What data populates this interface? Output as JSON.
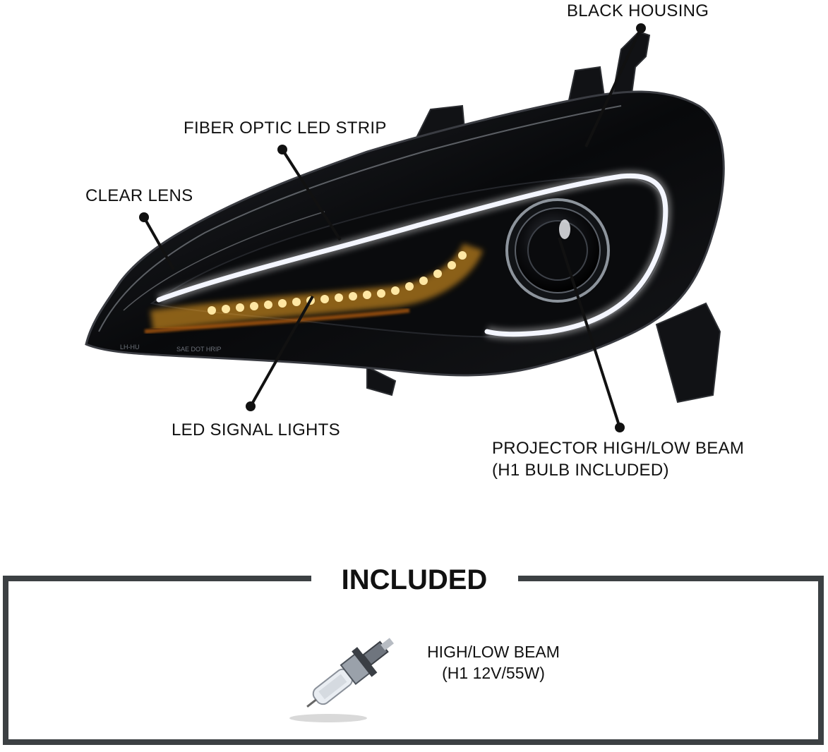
{
  "callouts": {
    "black_housing": "BLACK HOUSING",
    "fiber_optic": "FIBER OPTIC LED STRIP",
    "clear_lens": "CLEAR LENS",
    "led_signal": "LED SIGNAL LIGHTS",
    "projector_line1": "PROJECTOR HIGH/LOW BEAM",
    "projector_line2": "(H1 BULB INCLUDED)"
  },
  "included": {
    "title": "INCLUDED",
    "bulb_line1": "HIGH/LOW BEAM",
    "bulb_line2": "(H1 12V/55W)"
  },
  "colors": {
    "housing": "#0b0b0d",
    "led_strip": "#f4f6ff",
    "signal_amber": "#f5a623",
    "frame": "#3c4043"
  }
}
